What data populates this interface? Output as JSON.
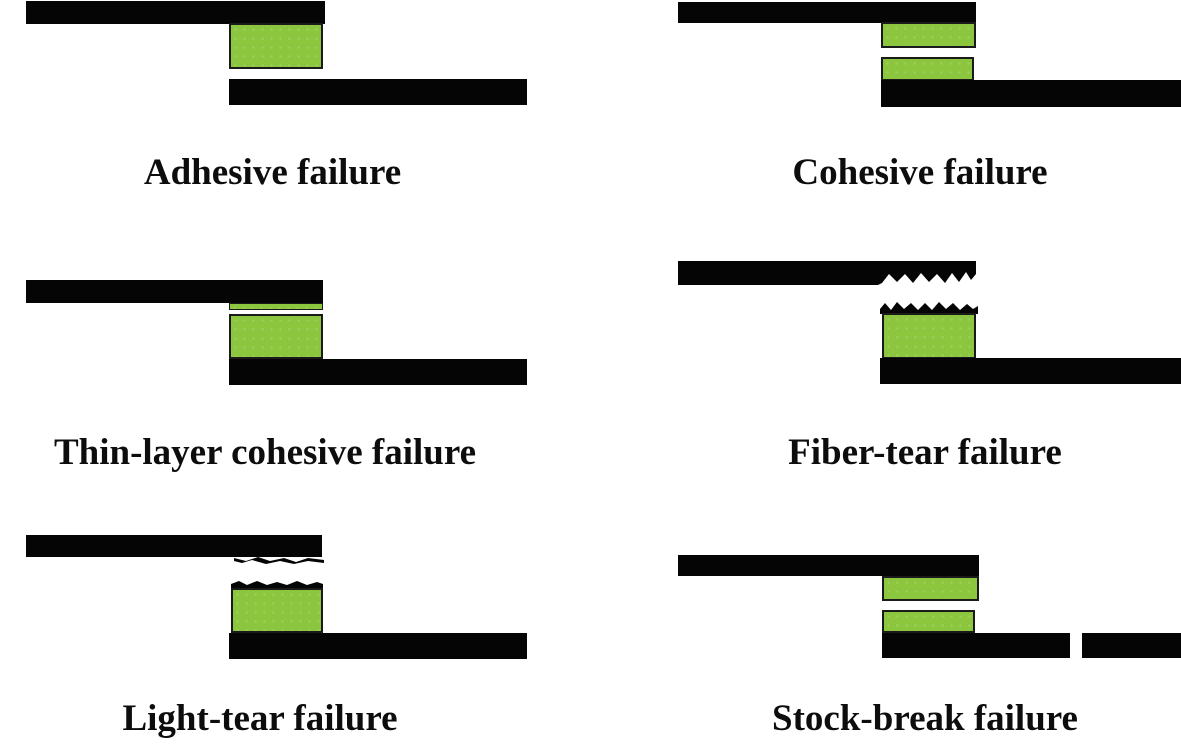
{
  "figure": {
    "description_role": "schematic of adhesive joint failure modes, six labelled lap-shear diagrams"
  },
  "panels": [
    {
      "id": "adhesive",
      "label": "Adhesive failure"
    },
    {
      "id": "cohesive",
      "label": "Cohesive failure"
    },
    {
      "id": "thin-layer-cohesive",
      "label": "Thin-layer cohesive failure"
    },
    {
      "id": "fiber-tear",
      "label": "Fiber-tear failure"
    },
    {
      "id": "light-tear",
      "label": "Light-tear failure"
    },
    {
      "id": "stock-break",
      "label": "Stock-break failure"
    }
  ],
  "colors": {
    "background": "#ffffff",
    "substrate": "#050505",
    "adhesive": "#8cc63e",
    "adhesive_border": "#1a1a1a",
    "label_text": "#0d0d0d"
  }
}
